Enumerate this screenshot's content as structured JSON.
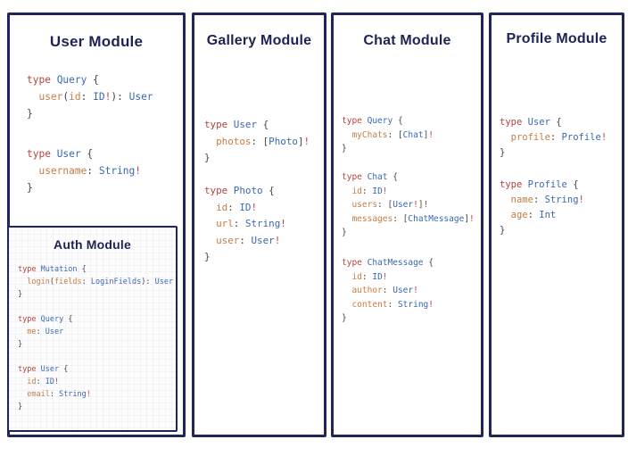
{
  "palette": {
    "border_navy": "#20265a",
    "title_navy": "#1e2355",
    "code_keyword_red": "#b5443f",
    "code_type_blue": "#3a68b2",
    "code_field_orange": "#c67d46",
    "code_punct_gray": "#46464a",
    "card_background": "#ffffff"
  },
  "modules": [
    {
      "title": "User Module",
      "blocks": [
        [
          [
            [
              "type",
              "k"
            ],
            [
              " Query",
              "t"
            ],
            [
              " {",
              "p"
            ]
          ],
          [
            [
              "  user",
              "f"
            ],
            [
              "(",
              "p"
            ],
            [
              "id",
              "f"
            ],
            [
              ":",
              "p"
            ],
            [
              " ID",
              "t"
            ],
            [
              "!",
              "k"
            ],
            [
              "):",
              "p"
            ],
            [
              " User",
              "t"
            ]
          ],
          [
            [
              "}",
              "p"
            ]
          ]
        ],
        [
          [
            [
              "type",
              "k"
            ],
            [
              " User",
              "t"
            ],
            [
              " {",
              "p"
            ]
          ],
          [
            [
              "  username",
              "f"
            ],
            [
              ":",
              "p"
            ],
            [
              " String",
              "t"
            ],
            [
              "!",
              "k"
            ]
          ],
          [
            [
              "}",
              "p"
            ]
          ]
        ]
      ]
    },
    {
      "title": "Gallery Module",
      "blocks": [
        [
          [
            [
              "type",
              "k"
            ],
            [
              " User",
              "t"
            ],
            [
              " {",
              "p"
            ]
          ],
          [
            [
              "  photos",
              "f"
            ],
            [
              ":",
              "p"
            ],
            [
              " [",
              "p"
            ],
            [
              "Photo",
              "t"
            ],
            [
              "]",
              "p"
            ],
            [
              "!",
              "k"
            ]
          ],
          [
            [
              "}",
              "p"
            ]
          ]
        ],
        [
          [
            [
              "type",
              "k"
            ],
            [
              " Photo",
              "t"
            ],
            [
              " {",
              "p"
            ]
          ],
          [
            [
              "  id",
              "f"
            ],
            [
              ":",
              "p"
            ],
            [
              " ID",
              "t"
            ],
            [
              "!",
              "k"
            ]
          ],
          [
            [
              "  url",
              "f"
            ],
            [
              ":",
              "p"
            ],
            [
              " String",
              "t"
            ],
            [
              "!",
              "k"
            ]
          ],
          [
            [
              "  user",
              "f"
            ],
            [
              ":",
              "p"
            ],
            [
              " User",
              "t"
            ],
            [
              "!",
              "k"
            ]
          ],
          [
            [
              "}",
              "p"
            ]
          ]
        ]
      ]
    },
    {
      "title": "Chat Module",
      "blocks": [
        [
          [
            [
              "type",
              "k"
            ],
            [
              " Query",
              "t"
            ],
            [
              " {",
              "p"
            ]
          ],
          [
            [
              "  myChats",
              "f"
            ],
            [
              ":",
              "p"
            ],
            [
              " [",
              "p"
            ],
            [
              "Chat",
              "t"
            ],
            [
              "]",
              "p"
            ],
            [
              "!",
              "k"
            ]
          ],
          [
            [
              "}",
              "p"
            ]
          ]
        ],
        [
          [
            [
              "type",
              "k"
            ],
            [
              " Chat",
              "t"
            ],
            [
              " {",
              "p"
            ]
          ],
          [
            [
              "  id",
              "f"
            ],
            [
              ":",
              "p"
            ],
            [
              " ID",
              "t"
            ],
            [
              "!",
              "k"
            ]
          ],
          [
            [
              "  users",
              "f"
            ],
            [
              ":",
              "p"
            ],
            [
              " [",
              "p"
            ],
            [
              "User",
              "t"
            ],
            [
              "!",
              "k"
            ],
            [
              "]",
              "p"
            ],
            [
              "!",
              "k"
            ]
          ],
          [
            [
              "  messages",
              "f"
            ],
            [
              ":",
              "p"
            ],
            [
              " [",
              "p"
            ],
            [
              "ChatMessage",
              "t"
            ],
            [
              "]",
              "p"
            ],
            [
              "!",
              "k"
            ]
          ],
          [
            [
              "}",
              "p"
            ]
          ]
        ],
        [
          [
            [
              "type",
              "k"
            ],
            [
              " ChatMessage",
              "t"
            ],
            [
              " {",
              "p"
            ]
          ],
          [
            [
              "  id",
              "f"
            ],
            [
              ":",
              "p"
            ],
            [
              " ID",
              "t"
            ],
            [
              "!",
              "k"
            ]
          ],
          [
            [
              "  author",
              "f"
            ],
            [
              ":",
              "p"
            ],
            [
              " User",
              "t"
            ],
            [
              "!",
              "k"
            ]
          ],
          [
            [
              "  content",
              "f"
            ],
            [
              ":",
              "p"
            ],
            [
              " String",
              "t"
            ],
            [
              "!",
              "k"
            ]
          ],
          [
            [
              "}",
              "p"
            ]
          ]
        ]
      ]
    },
    {
      "title": "Profile Module",
      "blocks": [
        [
          [
            [
              "type",
              "k"
            ],
            [
              " User",
              "t"
            ],
            [
              " {",
              "p"
            ]
          ],
          [
            [
              "  profile",
              "f"
            ],
            [
              ":",
              "p"
            ],
            [
              " Profile",
              "t"
            ],
            [
              "!",
              "k"
            ]
          ],
          [
            [
              "}",
              "p"
            ]
          ]
        ],
        [
          [
            [
              "type",
              "k"
            ],
            [
              " Profile",
              "t"
            ],
            [
              " {",
              "p"
            ]
          ],
          [
            [
              "  name",
              "f"
            ],
            [
              ":",
              "p"
            ],
            [
              " String",
              "t"
            ],
            [
              "!",
              "k"
            ]
          ],
          [
            [
              "  age",
              "f"
            ],
            [
              ":",
              "p"
            ],
            [
              " Int",
              "t"
            ]
          ],
          [
            [
              "}",
              "p"
            ]
          ]
        ]
      ]
    },
    {
      "title": "Auth Module",
      "blocks": [
        [
          [
            [
              "type",
              "k"
            ],
            [
              " Mutation",
              "t"
            ],
            [
              " {",
              "p"
            ]
          ],
          [
            [
              "  login",
              "f"
            ],
            [
              "(",
              "p"
            ],
            [
              "fields",
              "f"
            ],
            [
              ":",
              "p"
            ],
            [
              " LoginFields",
              "t"
            ],
            [
              "):",
              "p"
            ],
            [
              " User",
              "t"
            ]
          ],
          [
            [
              "}",
              "p"
            ]
          ]
        ],
        [
          [
            [
              "type",
              "k"
            ],
            [
              " Query",
              "t"
            ],
            [
              " {",
              "p"
            ]
          ],
          [
            [
              "  me",
              "f"
            ],
            [
              ":",
              "p"
            ],
            [
              " User",
              "t"
            ]
          ],
          [
            [
              "}",
              "p"
            ]
          ]
        ],
        [
          [
            [
              "type",
              "k"
            ],
            [
              " User",
              "t"
            ],
            [
              " {",
              "p"
            ]
          ],
          [
            [
              "  id",
              "f"
            ],
            [
              ":",
              "p"
            ],
            [
              " ID",
              "t"
            ],
            [
              "!",
              "k"
            ]
          ],
          [
            [
              "  email",
              "f"
            ],
            [
              ":",
              "p"
            ],
            [
              " String",
              "t"
            ],
            [
              "!",
              "k"
            ]
          ],
          [
            [
              "}",
              "p"
            ]
          ]
        ]
      ]
    }
  ]
}
